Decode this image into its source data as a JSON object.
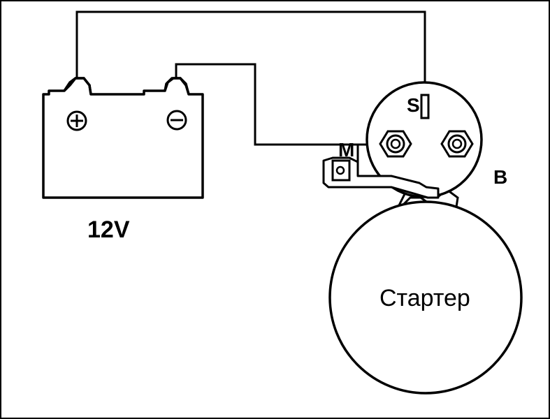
{
  "diagram": {
    "battery": {
      "voltage_label": "12V",
      "positive_symbol": "+",
      "negative_symbol": "−"
    },
    "starter": {
      "body_label": "Стартер",
      "terminal_s": "S",
      "terminal_m": "M",
      "terminal_b": "B"
    }
  },
  "colors": {
    "ink": "#000000",
    "background": "#ffffff"
  }
}
